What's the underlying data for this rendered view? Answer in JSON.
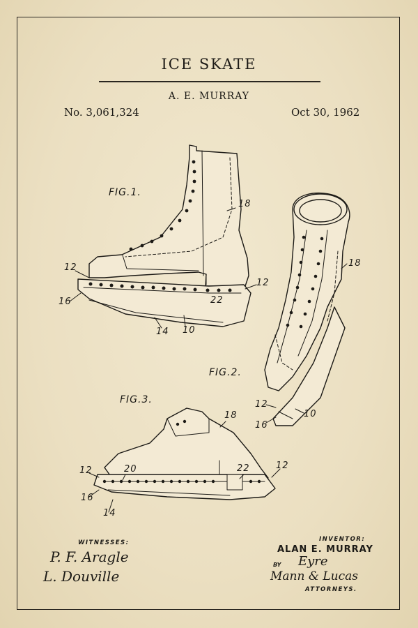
{
  "header": {
    "title": "ICE SKATE",
    "inventor_short": "A. E. MURRAY",
    "patent_number": "No. 3,061,324",
    "date": "Oct 30, 1962"
  },
  "figures": {
    "fig1_label": "FIG.1.",
    "fig2_label": "FIG.2.",
    "fig3_label": "FIG.3."
  },
  "reference_numerals": {
    "fig1": [
      "18",
      "12",
      "16",
      "22",
      "12",
      "14",
      "10"
    ],
    "fig2": [
      "18",
      "12",
      "16",
      "10"
    ],
    "fig3": [
      "18",
      "12",
      "20",
      "16",
      "14",
      "22",
      "12"
    ]
  },
  "footer": {
    "witnesses_label": "WITNESSES:",
    "witness_1": "P. F. Aragle",
    "witness_2": "L. Douville",
    "inventor_label": "INVENTOR:",
    "inventor_name": "ALAN E. MURRAY",
    "by_label": "BY",
    "attorney_sig_1": "Eyre",
    "attorney_sig_2": "Mann & Lucas",
    "attorneys_label": "ATTORNEYS."
  },
  "colors": {
    "paper": "#ede2c6",
    "ink": "#1c1a16",
    "skate_fill": "#f3ead4"
  }
}
